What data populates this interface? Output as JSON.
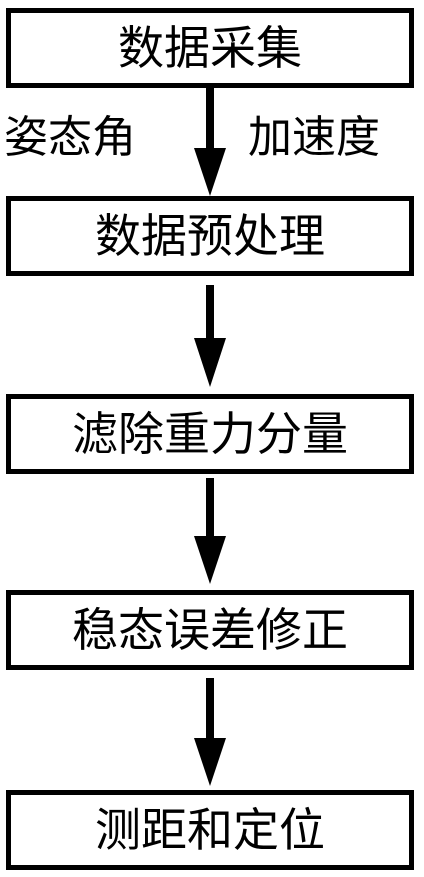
{
  "steps": [
    "数据采集",
    "数据预处理",
    "滤除重力分量",
    "稳态误差修正",
    "测距和定位"
  ],
  "inputs": {
    "left": "姿态角",
    "right": "加速度"
  }
}
